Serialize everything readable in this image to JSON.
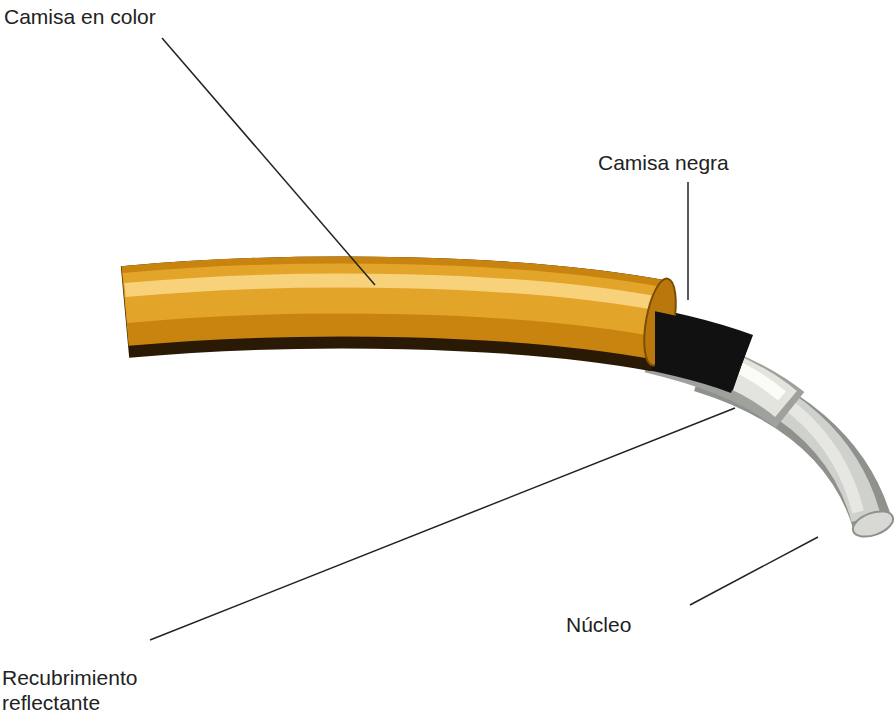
{
  "diagram": {
    "labels": [
      "Camisa en color",
      "Camisa negra",
      "Recubrimiento reflectante",
      "Núcleo"
    ]
  }
}
